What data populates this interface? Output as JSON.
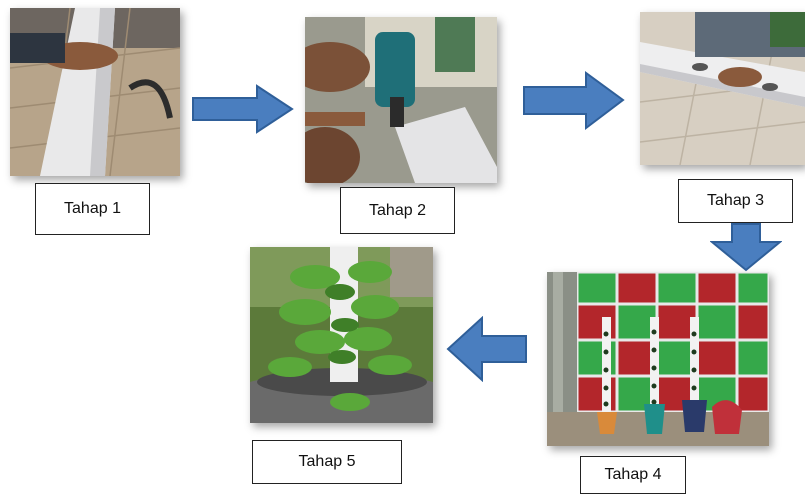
{
  "steps": [
    {
      "label": "Tahap 1"
    },
    {
      "label": "Tahap 2"
    },
    {
      "label": "Tahap 3"
    },
    {
      "label": "Tahap 4"
    },
    {
      "label": "Tahap 5"
    }
  ],
  "colors": {
    "arrow_fill": "#4a7ebf",
    "arrow_stroke": "#2f5f99",
    "wall_red": "#b3262b",
    "wall_green": "#35a84a"
  }
}
